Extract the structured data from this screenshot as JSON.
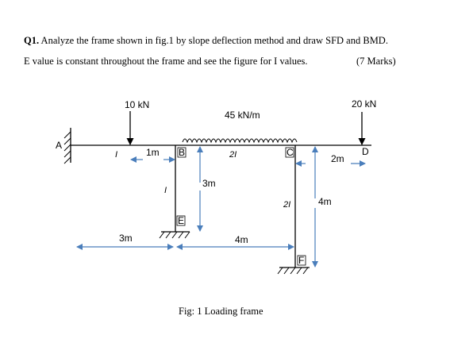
{
  "question": {
    "number": "Q1.",
    "line1": "Analyze the frame shown in fig.1 by slope deflection method and draw SFD and BMD.",
    "line2": "E value is constant throughout the frame and see the figure for I values.",
    "marks": "(7 Marks)"
  },
  "figure": {
    "caption": "Fig: 1 Loading frame",
    "nodes": {
      "A": "A",
      "B": "B",
      "C": "C",
      "D": "D",
      "E": "E",
      "F": "F"
    },
    "loads": {
      "point_load_left": "10 kN",
      "udl": "45 kN/m",
      "point_load_right": "20 kN"
    },
    "member_inertia": {
      "AB": "I",
      "BC": "2I",
      "BE": "I",
      "CF": "2I"
    },
    "dimensions": {
      "load_offset_left": "1m",
      "overhang_right": "2m",
      "height_BE": "3m",
      "height_CF": "4m",
      "span_AE": "3m",
      "span_EF": "4m"
    },
    "colors": {
      "structure": "#000000",
      "dimension_arrows": "#4a7ebb"
    }
  }
}
